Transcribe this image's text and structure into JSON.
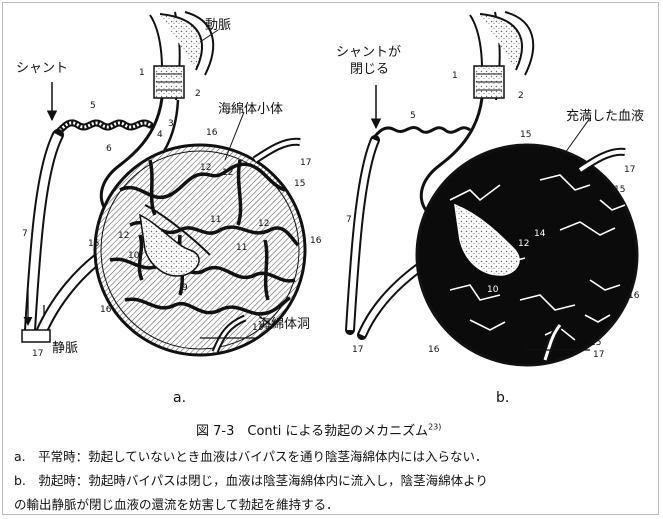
{
  "figure": {
    "panel_a": {
      "panel_label": "a.",
      "labels": {
        "shunt": "シャント",
        "artery": "動脈",
        "corpus": "海綿体小体",
        "vein": "静脈",
        "sinus": "海綿体洞"
      },
      "numbers": [
        "1",
        "2",
        "3",
        "4",
        "5",
        "6",
        "7",
        "16",
        "12",
        "12",
        "11",
        "11",
        "12",
        "12",
        "17",
        "15",
        "15",
        "10",
        "16",
        "9",
        "16",
        "13",
        "17"
      ]
    },
    "panel_b": {
      "panel_label": "b.",
      "labels": {
        "shunt_line1": "シャントが",
        "shunt_line2": "閉じる",
        "filled_blood": "充満した血液"
      },
      "numbers": [
        "1",
        "2",
        "5",
        "15",
        "7",
        "17",
        "15",
        "14",
        "12",
        "10",
        "16",
        "16",
        "15",
        "17",
        "17"
      ]
    },
    "caption": {
      "title": "図 7-3　Conti による勃起のメカニズム",
      "title_superscript": "23)",
      "line_a": "a.　平常時：勃起していないとき血液はバイパスを通り陰茎海綿体内には入らない．",
      "line_b1": "b.　勃起時：勃起時バイパスは閉じ，血液は陰茎海綿体内に流入し，陰茎海綿体より",
      "line_b2": "の輸出静脈が閉じ血液の還流を妨害して勃起を維持する．"
    }
  }
}
